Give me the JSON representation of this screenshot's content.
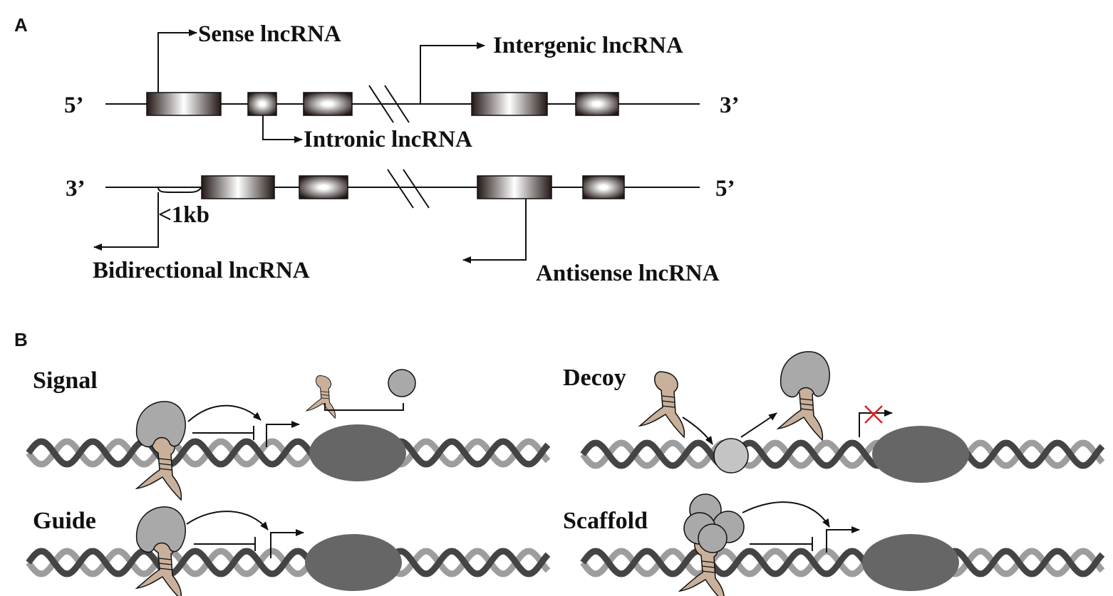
{
  "panel_a": {
    "letter": "A",
    "strand_top": {
      "left_end": "5’",
      "right_end": "3’"
    },
    "strand_bottom": {
      "left_end": "3’",
      "right_end": "5’"
    },
    "labels": {
      "sense": "Sense lncRNA",
      "intergenic": "Intergenic lncRNA",
      "intronic": "Intronic lncRNA",
      "distance": "<1kb",
      "bidirectional": "Bidirectional lncRNA",
      "antisense": "Antisense lncRNA"
    }
  },
  "panel_b": {
    "letter": "B",
    "mechanisms": {
      "signal": "Signal",
      "decoy": "Decoy",
      "guide": "Guide",
      "scaffold": "Scaffold"
    }
  },
  "colors": {
    "exon_dark": "#231815",
    "protein": "#a9a9a9",
    "rna": "#c8b09a",
    "polymerase": "#666666",
    "dna_dark": "#444444",
    "dna_light": "#9d9d9d",
    "block_x": "#e02020"
  }
}
